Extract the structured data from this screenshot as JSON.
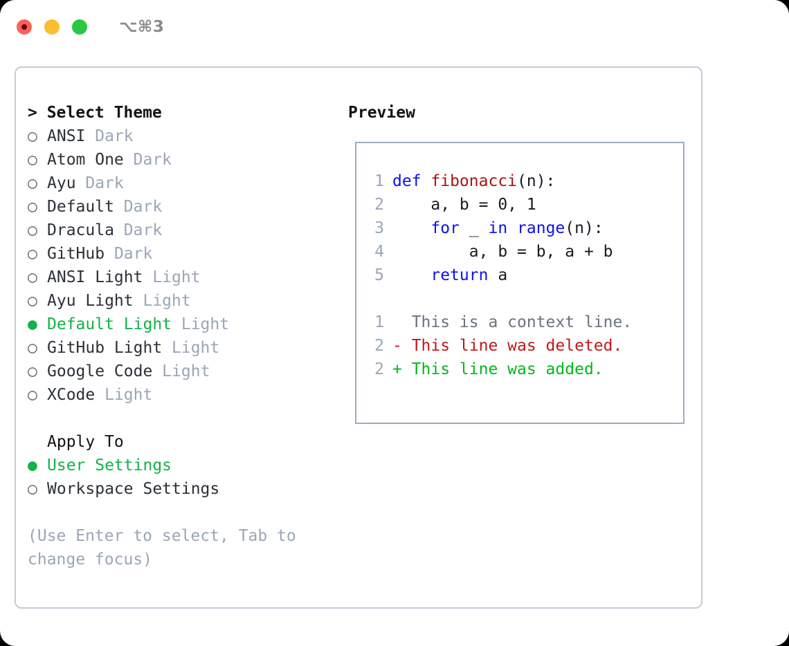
{
  "titlebar": {
    "shortcut": "⌥⌘3",
    "lights": [
      {
        "name": "close",
        "color": "#ff5f57"
      },
      {
        "name": "minimize",
        "color": "#febc2e"
      },
      {
        "name": "maximize",
        "color": "#28c840"
      }
    ]
  },
  "theme_panel": {
    "heading": "> Select Theme",
    "items": [
      {
        "bullet": "○",
        "label": "ANSI",
        "tag": "Dark",
        "selected": false
      },
      {
        "bullet": "○",
        "label": "Atom One",
        "tag": "Dark",
        "selected": false
      },
      {
        "bullet": "○",
        "label": "Ayu",
        "tag": "Dark",
        "selected": false
      },
      {
        "bullet": "○",
        "label": "Default",
        "tag": "Dark",
        "selected": false
      },
      {
        "bullet": "○",
        "label": "Dracula",
        "tag": "Dark",
        "selected": false
      },
      {
        "bullet": "○",
        "label": "GitHub",
        "tag": "Dark",
        "selected": false
      },
      {
        "bullet": "○",
        "label": "ANSI Light",
        "tag": "Light",
        "selected": false
      },
      {
        "bullet": "○",
        "label": "Ayu Light",
        "tag": "Light",
        "selected": false
      },
      {
        "bullet": "●",
        "label": "Default Light",
        "tag": "Light",
        "selected": true
      },
      {
        "bullet": "○",
        "label": "GitHub Light",
        "tag": "Light",
        "selected": false
      },
      {
        "bullet": "○",
        "label": "Google Code",
        "tag": "Light",
        "selected": false
      },
      {
        "bullet": "○",
        "label": "XCode",
        "tag": "Light",
        "selected": false
      }
    ],
    "apply_to_heading": "Apply To",
    "apply_to_items": [
      {
        "bullet": "●",
        "label": "User Settings",
        "selected": true
      },
      {
        "bullet": "○",
        "label": "Workspace Settings",
        "selected": false
      }
    ],
    "hint": "(Use Enter to select, Tab to change focus)"
  },
  "preview": {
    "title": "Preview",
    "code_lines": [
      {
        "no": "1",
        "segments": [
          {
            "t": "def ",
            "c": "kw"
          },
          {
            "t": "fibonacci",
            "c": "fn"
          },
          {
            "t": "(n):",
            "c": "pl"
          }
        ]
      },
      {
        "no": "2",
        "segments": [
          {
            "t": "    a, b = 0, 1",
            "c": "pl"
          }
        ]
      },
      {
        "no": "3",
        "segments": [
          {
            "t": "    ",
            "c": "pl"
          },
          {
            "t": "for",
            "c": "kw"
          },
          {
            "t": " _ ",
            "c": "pl"
          },
          {
            "t": "in",
            "c": "kw"
          },
          {
            "t": " ",
            "c": "pl"
          },
          {
            "t": "range",
            "c": "kw"
          },
          {
            "t": "(n):",
            "c": "pl"
          }
        ]
      },
      {
        "no": "4",
        "segments": [
          {
            "t": "        a, b = b, a + b",
            "c": "pl"
          }
        ]
      },
      {
        "no": "5",
        "segments": [
          {
            "t": "    ",
            "c": "pl"
          },
          {
            "t": "return",
            "c": "kw"
          },
          {
            "t": " a",
            "c": "pl"
          }
        ]
      }
    ],
    "diff_lines": [
      {
        "no": "1",
        "marker": " ",
        "text": "  This is a context line.",
        "kind": "ctx"
      },
      {
        "no": "2",
        "marker": " ",
        "text": "- This line was deleted.",
        "kind": "del"
      },
      {
        "no": "2",
        "marker": " ",
        "text": "+ This line was added.",
        "kind": "add"
      }
    ]
  },
  "colors": {
    "accent_green": "#12b248",
    "muted": "#9aa6b6",
    "text": "#2b3038",
    "border": "#c3ccd8",
    "preview_border": "#9facc0",
    "keyword": "#0b12e8",
    "function": "#a81414",
    "diff_added": "#00b81a",
    "diff_deleted": "#c01818"
  }
}
